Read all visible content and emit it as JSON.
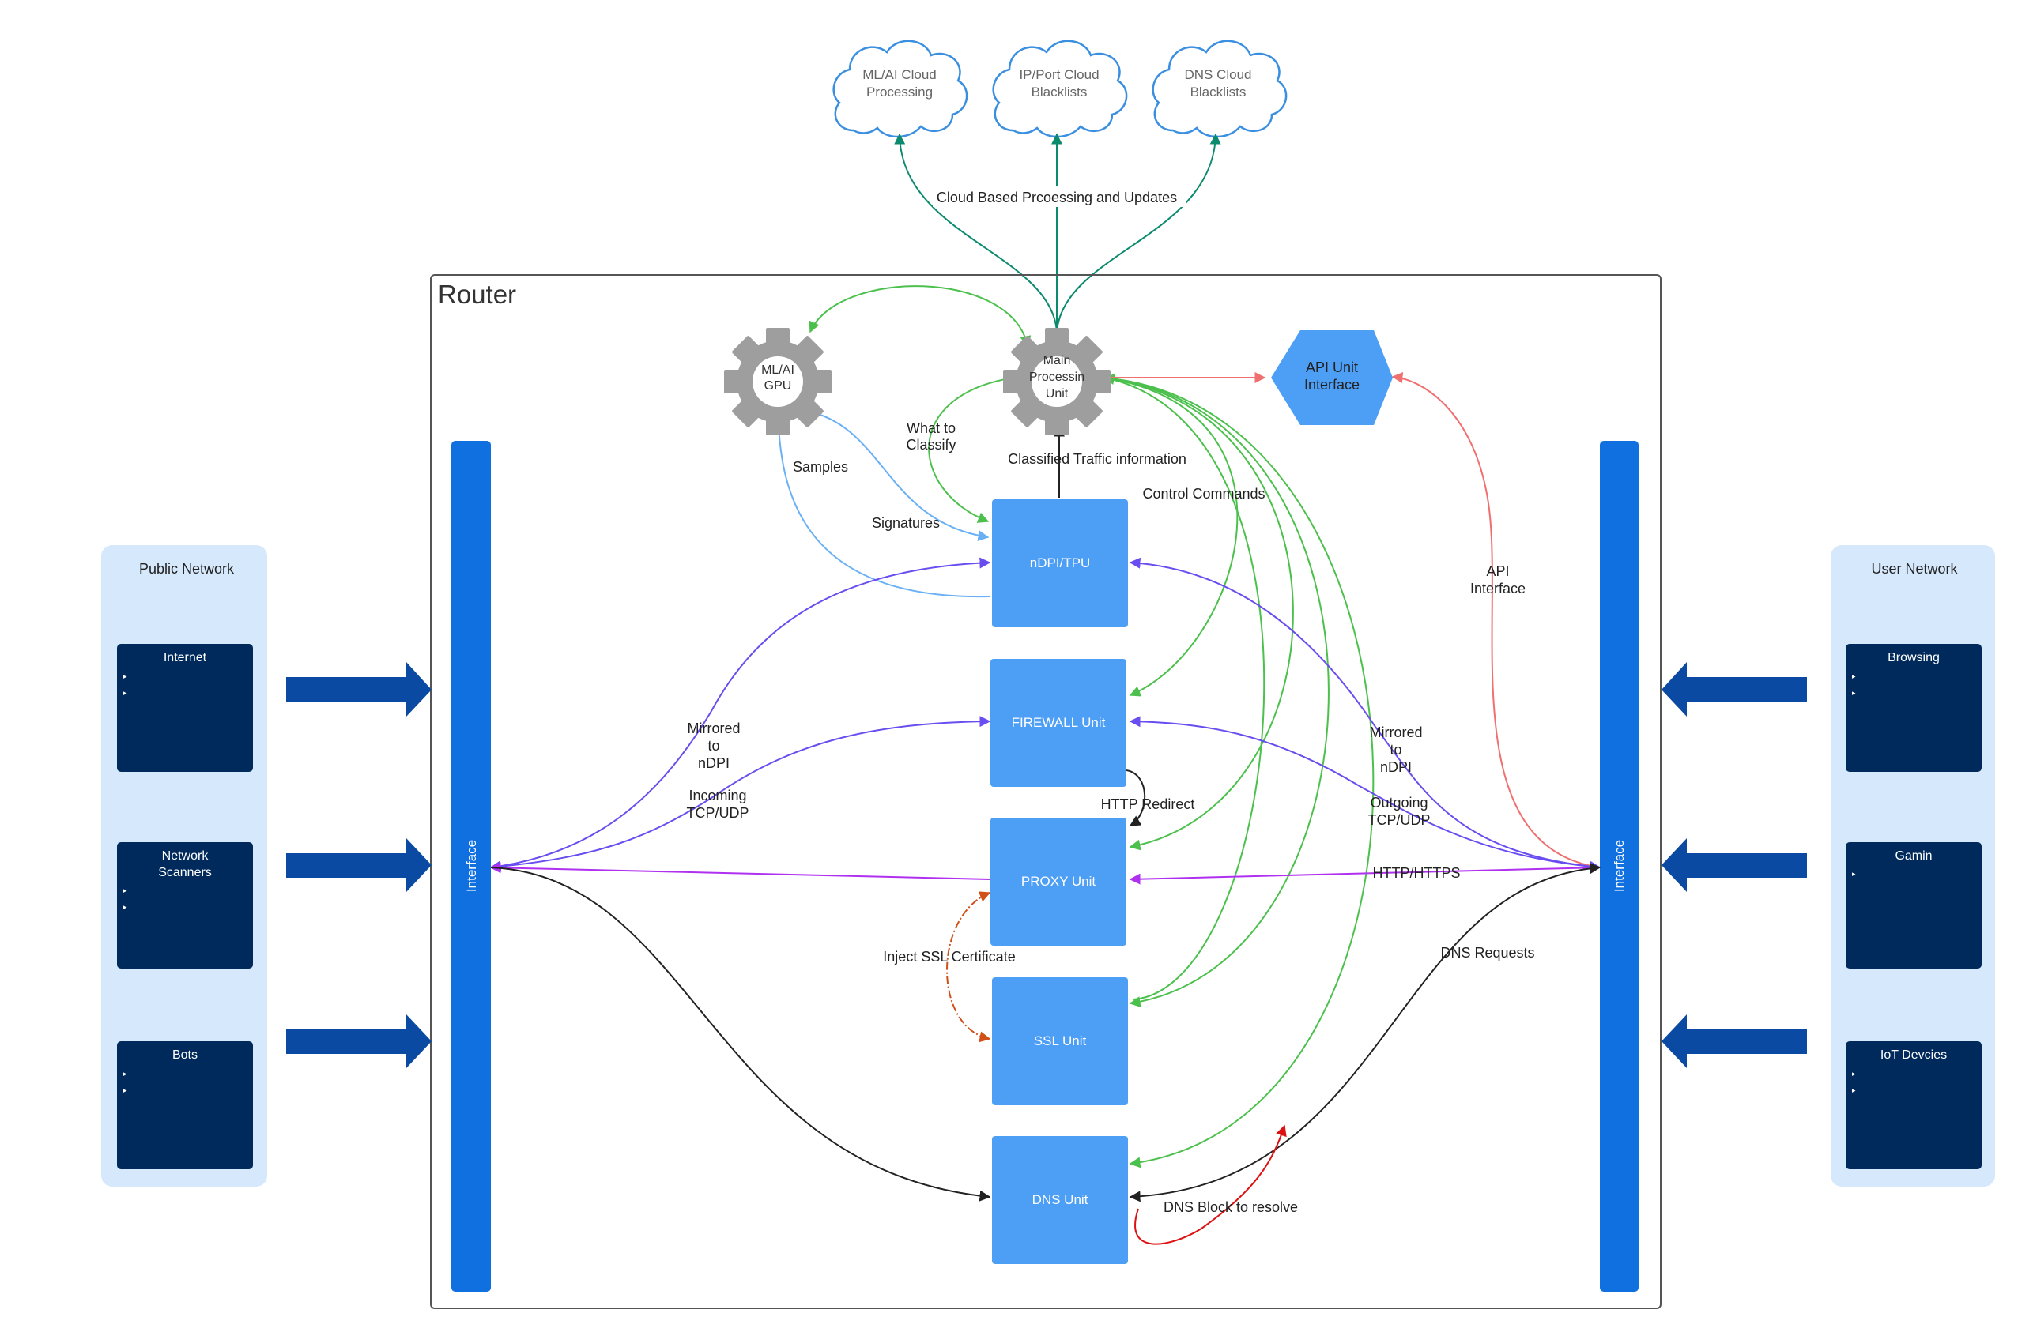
{
  "router": {
    "title": "Router"
  },
  "clouds": [
    {
      "line1": "ML/AI Cloud",
      "line2": "Processing"
    },
    {
      "line1": "IP/Port Cloud",
      "line2": "Blacklists"
    },
    {
      "line1": "DNS Cloud",
      "line2": "Blacklists"
    }
  ],
  "gears": {
    "ml": {
      "line1": "ML/AI",
      "line2": "GPU"
    },
    "main": {
      "line1": "Main",
      "line2": "Processin",
      "line3": "Unit"
    }
  },
  "api_unit": {
    "line1": "API Unit",
    "line2": "Interface"
  },
  "units": {
    "ndpi": "nDPI/TPU",
    "firewall": "FIREWALL Unit",
    "proxy": "PROXY Unit",
    "ssl": "SSL Unit",
    "dns": "DNS Unit"
  },
  "interfaces": {
    "left": "Interface",
    "right": "Interface"
  },
  "public_network": {
    "title": "Public Network",
    "items": [
      {
        "line1": "Internet",
        "line2": "",
        "bullets": 2
      },
      {
        "line1": "Network",
        "line2": "Scanners",
        "bullets": 2
      },
      {
        "line1": "Bots",
        "line2": "",
        "bullets": 2
      }
    ]
  },
  "user_network": {
    "title": "User Network",
    "items": [
      {
        "line1": "Browsing",
        "bullets": 2
      },
      {
        "line1": "Gamin",
        "bullets": 1
      },
      {
        "line1": "IoT Devcies",
        "bullets": 2
      }
    ]
  },
  "labels": {
    "cloud_based": "Cloud Based Prcoessing and Updates",
    "what_to_classify_1": "What to",
    "what_to_classify_2": "Classify",
    "classified_traffic": "Classified Traffic information",
    "samples": "Samples",
    "signatures": "Signatures",
    "control_commands": "Control Commands",
    "api_interface_1": "API",
    "api_interface_2": "Interface",
    "mirrored_left_1": "Mirrored",
    "mirrored_left_2": "to",
    "mirrored_left_3": "nDPI",
    "incoming_1": "Incoming",
    "incoming_2": "TCP/UDP",
    "mirrored_right_1": "Mirrored",
    "mirrored_right_2": "to",
    "mirrored_right_3": "nDPI",
    "outgoing_1": "Outgoing",
    "outgoing_2": "TCP/UDP",
    "http_redirect": "HTTP Redirect",
    "http_https": "HTTP/HTTPS",
    "inject_ssl": "Inject SSL Certificate",
    "dns_requests": "DNS Requests",
    "dns_block": "DNS Block to resolve"
  },
  "colors": {
    "interface_bar": "#1070e0",
    "unit_box": "#4d9ef5",
    "dark_box": "#002a5c",
    "network_panel": "#d6e8fb",
    "thick_arrow": "#0a4aa3",
    "cloud_stroke": "#3a8fe0",
    "gear": "#9e9e9e",
    "api_hex": "#4d9ef5",
    "green": "#4cc04c",
    "teal": "#0b8a6e",
    "purple": "#6a4df0",
    "magenta": "#b030f0",
    "pink": "#f07070",
    "light_blue": "#6ab0f5",
    "orange": "#d05018",
    "red": "#dd1111",
    "black": "#222222"
  }
}
